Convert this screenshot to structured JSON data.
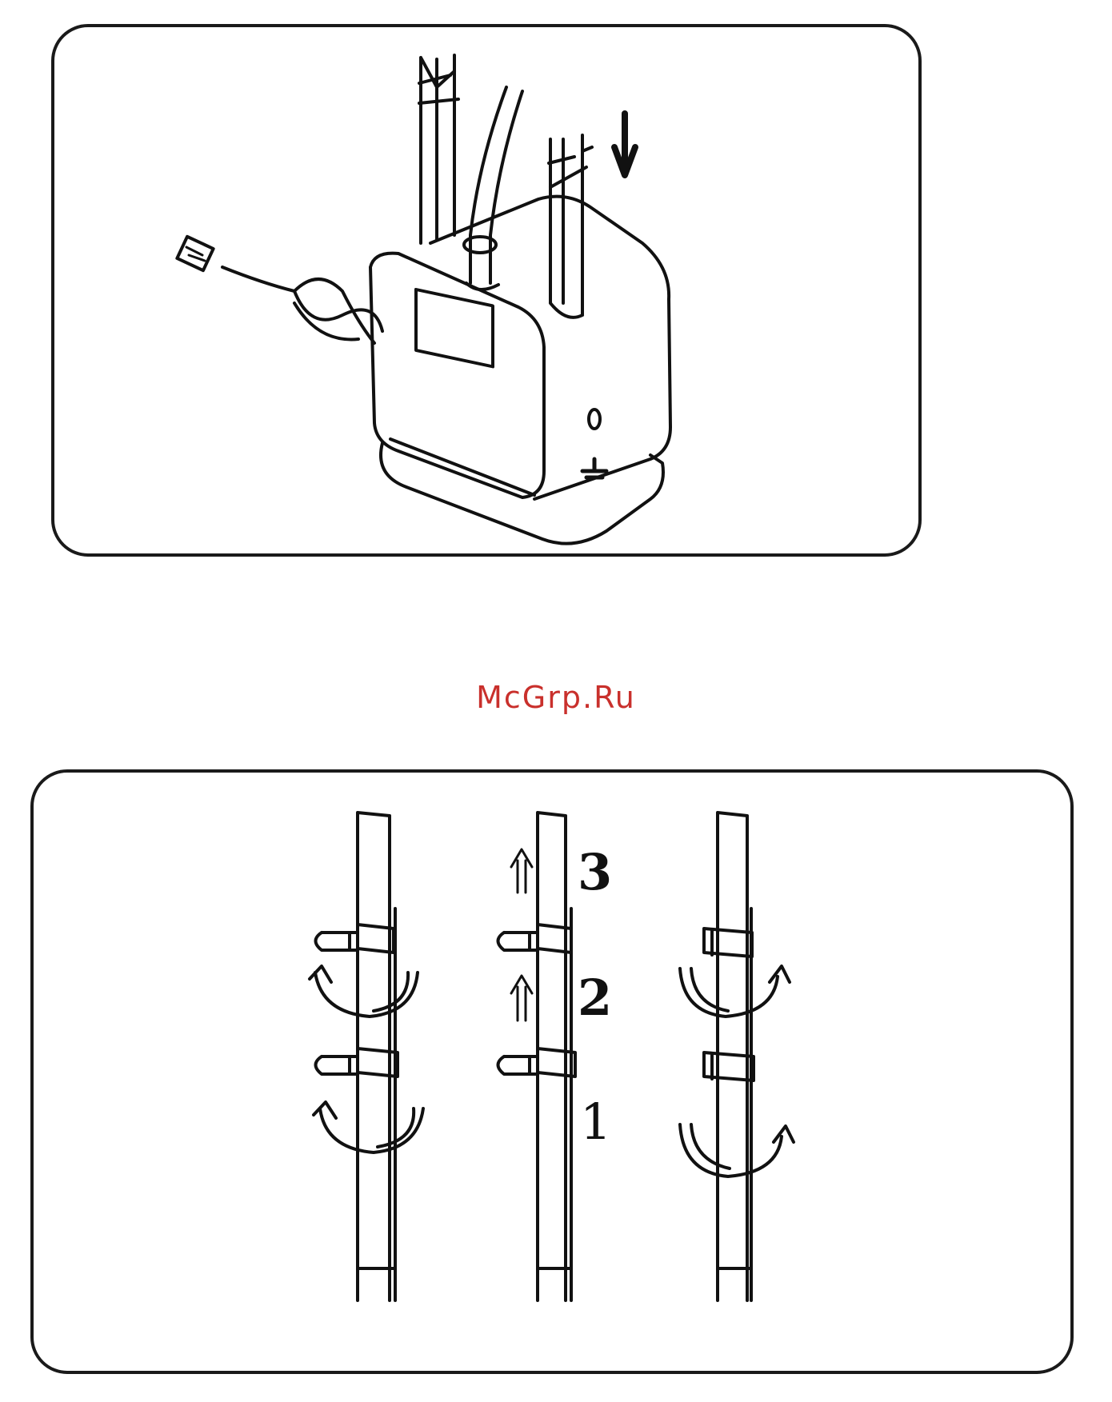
{
  "watermark": {
    "text": "McGrp.Ru",
    "color": "#c9302c"
  },
  "steps": {
    "step1": "1",
    "step2": "2",
    "step3": "3"
  },
  "figures": {
    "top": {
      "content": "illustration-device-with-poles"
    },
    "bottom": {
      "content": "illustration-pole-clips-sequence"
    }
  }
}
